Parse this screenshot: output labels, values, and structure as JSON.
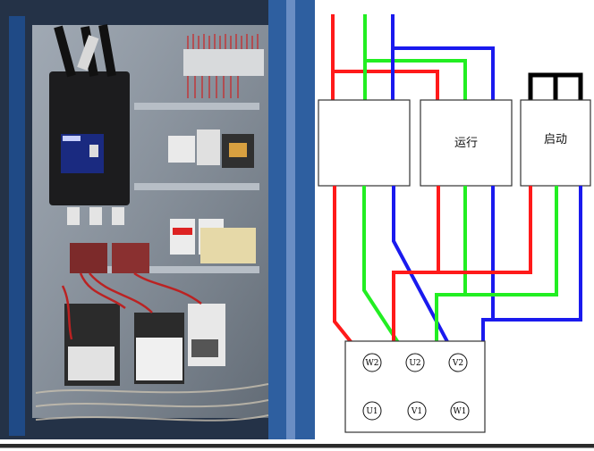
{
  "colors": {
    "red": "#ff1a1a",
    "green": "#22ee22",
    "blue": "#1a1aee",
    "black": "#000000",
    "panel_bg": "#8a939e",
    "breaker": "#1c1c1e",
    "cabinet": "#1f4a86"
  },
  "photo": {
    "description_icon": "electrical-cabinet-photo"
  },
  "contactors": {
    "main_label": "",
    "run_label": "运行",
    "start_label": "启动"
  },
  "terminals": {
    "top_row": [
      "W2",
      "U2",
      "V2"
    ],
    "bottom_row": [
      "U1",
      "V1",
      "W1"
    ]
  }
}
